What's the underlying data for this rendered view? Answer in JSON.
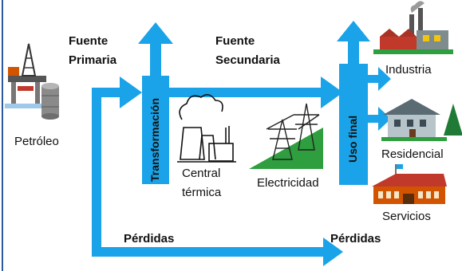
{
  "diagram": {
    "colors": {
      "flow": "#1aa3e8",
      "border": "#2c5aa0"
    },
    "labels": {
      "fuente_primaria_1": "Fuente",
      "fuente_primaria_2": "Primaria",
      "fuente_secundaria_1": "Fuente",
      "fuente_secundaria_2": "Secundaria",
      "transformacion": "Transformación",
      "uso_final": "Uso final",
      "perdidas_1": "Pérdidas",
      "perdidas_2": "Pérdidas",
      "petroleo": "Petróleo",
      "central_1": "Central",
      "central_2": "térmica",
      "electricidad": "Electricidad",
      "industria": "Industria",
      "residencial": "Residencial",
      "servicios": "Servicios"
    },
    "icons": [
      "oil-rig-icon",
      "oil-barrel-icon",
      "power-plant-icon",
      "power-tower-icon",
      "factory-icon",
      "house-icon",
      "service-building-icon"
    ]
  }
}
